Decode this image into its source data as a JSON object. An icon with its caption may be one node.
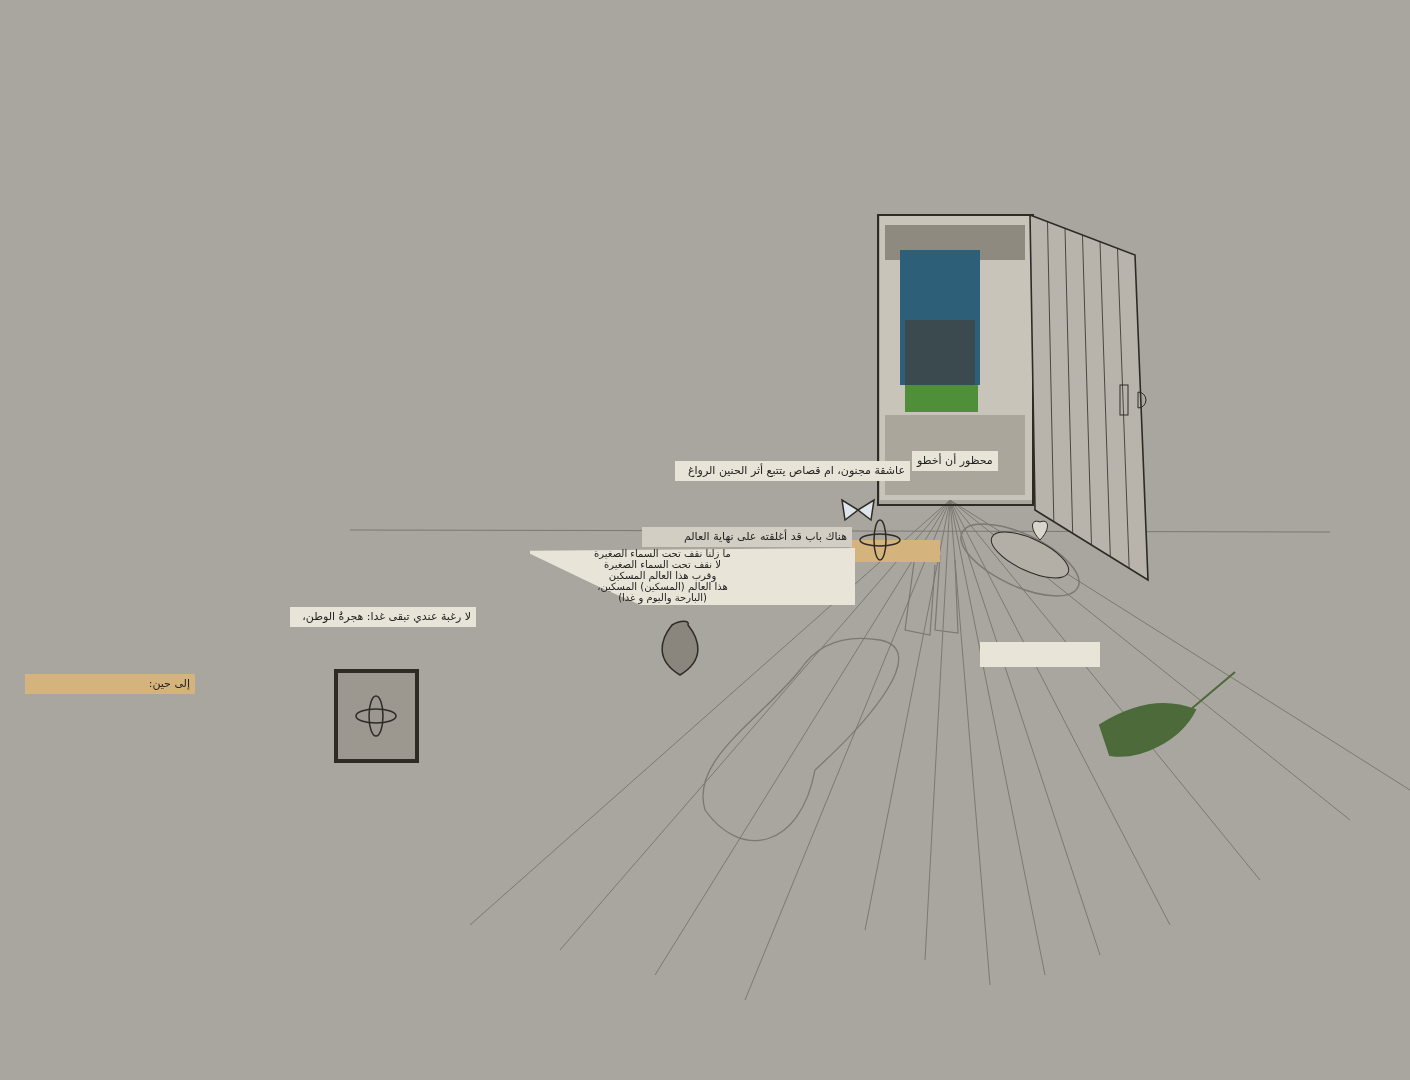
{
  "diagram": {
    "nodes": [
      {
        "text": [
          "عاشقة مجنون، ام قصاص يتتبع أثر الحنين الرواغ"
        ]
      },
      {
        "text": [
          "محظور أن أخطو"
        ]
      },
      {
        "text": [
          "هناك باب قد أغلقته على نهاية العالم"
        ]
      },
      {
        "text": [
          "ما زلنا نقف تحت السماء الصغيرة",
          "لا نقف تحت السماء الصغيرة",
          "وقرب هذا العالم المسكين",
          "هذا العالم (المسكين) المسكين،",
          "(البارحة واليوم و غدا)"
        ]
      },
      {
        "text": [
          "لا رغبة عندي تبقى غدا: هجرةُ الوطن،"
        ]
      },
      {
        "text": [
          "إلى حين:"
        ]
      },
      {
        "text": [],
        "shape": "box"
      }
    ]
  }
}
